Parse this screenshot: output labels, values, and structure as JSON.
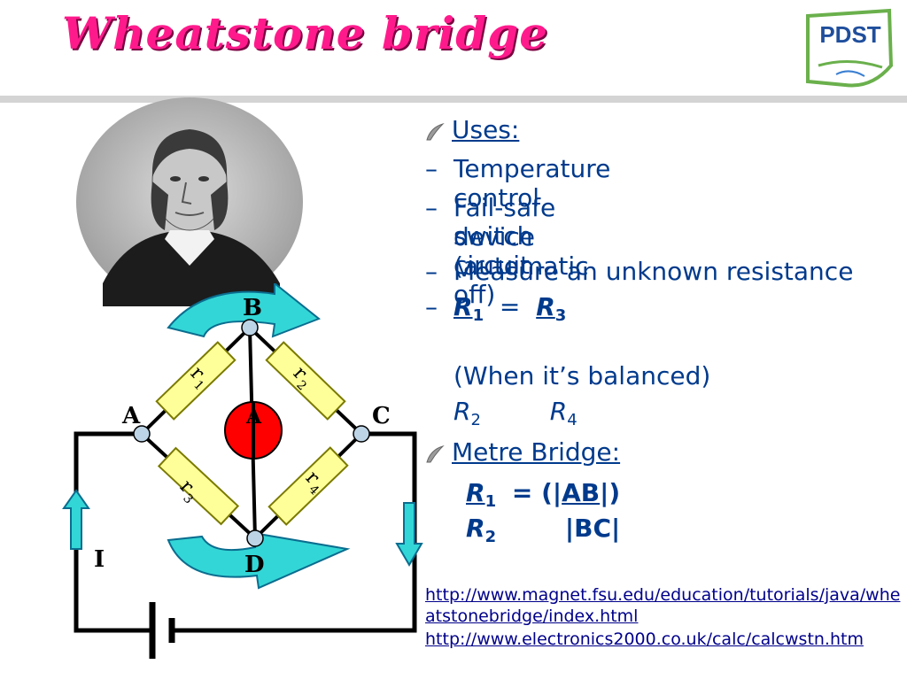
{
  "title": "Wheatstone bridge",
  "logo_text": "PDST",
  "diagram": {
    "node_a": "A",
    "node_b": "B",
    "node_c": "C",
    "node_d": "D",
    "r1": "r",
    "r1_sub": "1",
    "r2": "r",
    "r2_sub": "2",
    "r3": "r",
    "r3_sub": "3",
    "r4": "r",
    "r4_sub": "4",
    "meter": "A",
    "current": "I"
  },
  "uses": {
    "heading": "Uses:",
    "items": [
      "Temperature control",
      "Fail-safe device (automatic",
      "switch circuit off)",
      "Measure an unknown resistance"
    ],
    "formula": {
      "r1": "R",
      "r1_sub": "1",
      "eq": "=",
      "r3": "R",
      "r3_sub": "3",
      "r2": "R",
      "r2_sub": "2",
      "r4": "R",
      "r4_sub": "4"
    },
    "balanced": "(When it’s balanced)"
  },
  "metre": {
    "heading": "Metre Bridge:",
    "r1": "R",
    "r1_sub": "1",
    "eq": "= (|",
    "ab": "AB",
    "close": "|)",
    "r2": "R",
    "r2_sub": "2",
    "bc": "|BC|"
  },
  "links": [
    "http://www.magnet.fsu.edu/education/tutorials/java/wheatstonebridge/index.html",
    "http://www.electronics2000.co.uk/calc/calcwstn.htm"
  ],
  "colors": {
    "title": "#ff1a8c",
    "text": "#003a8c",
    "resistor": "#ffff99",
    "arrow": "#33d6d6",
    "meter": "#ff0000"
  }
}
